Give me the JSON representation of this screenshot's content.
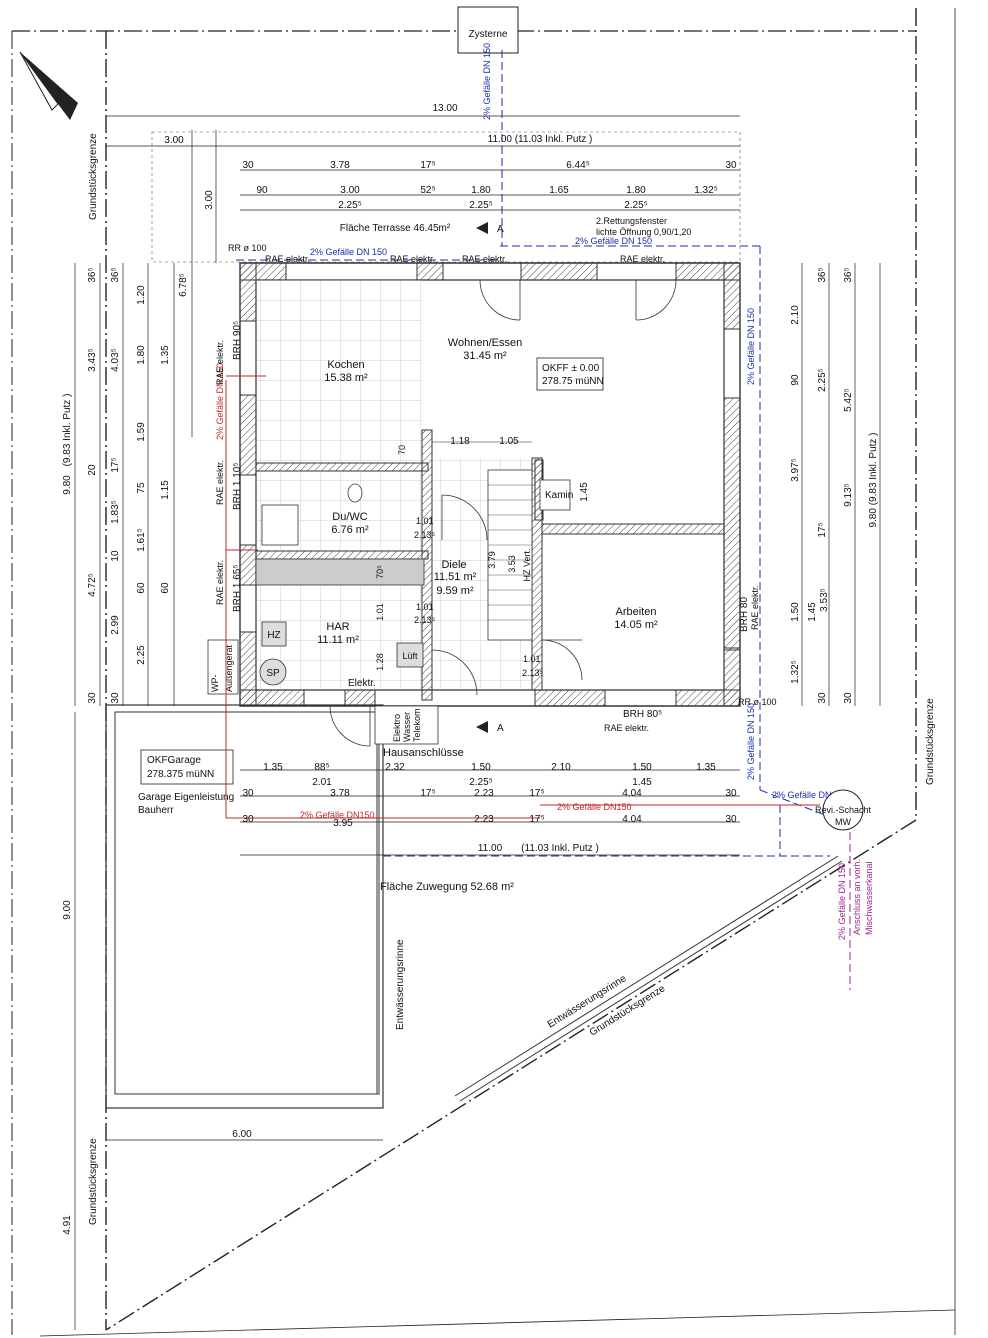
{
  "rooms": {
    "kochen": {
      "name": "Kochen",
      "area": "15.38 m²"
    },
    "wohnen": {
      "name": "Wohnen/Essen",
      "area": "31.45 m²"
    },
    "duwc": {
      "name": "Du/WC",
      "area": "6.76 m²"
    },
    "diele": {
      "name": "Diele",
      "area1": "11.51 m²",
      "area2": "9.59 m²"
    },
    "har": {
      "name": "HAR",
      "area": "11.11 m²"
    },
    "arbeiten": {
      "name": "Arbeiten",
      "area": "14.05 m²"
    },
    "kamin": "Kamin"
  },
  "level": {
    "okff": "OKFF ± 0.00",
    "nn": "278.75 müNN"
  },
  "garage": {
    "okf": "OKFGarage",
    "nn": "278.375 müNN",
    "label1": "Garage Eigenleistung",
    "label2": "Bauherr"
  },
  "areas": {
    "terrasse": "Fläche Terrasse  46.45m²",
    "zuwegung": "Fläche Zuwegung 52.68 m²"
  },
  "labels": {
    "zysterne": "Zysterne",
    "rettung1": "2.Rettungsfenster",
    "rettung2": "lichte Öffnung 0,90/1,20",
    "hausanschluesse": "Hausanschlüsse",
    "elektro": "Elektro",
    "wasser": "Wasser",
    "telekom": "Telekom",
    "hz": "HZ",
    "sp": "SP",
    "lueft": "Lüft",
    "elektr": "Elektr.",
    "wp1": "WP-",
    "wp2": "Außengerät",
    "revi": "Revi.-Schacht",
    "mw": "MW",
    "entw1": "Entwässerungsrinne",
    "entw2": "Entwässerungsrinne",
    "grenze": "Grundstücksgrenze",
    "rr": "RR ø 100",
    "rae": "RAE elektr.",
    "anschluss1": "Anschluss an vorh.",
    "anschluss2": "Mischwasserkanal",
    "a": "A"
  },
  "pipes": {
    "dn150": "2% Gefälle DN 150",
    "dn150b": "2% Gefälle DN150",
    "dn150c": "2% Gefälle DN 150"
  },
  "brh": {
    "b905": "BRH 90⁵",
    "b1105": "BRH 1.10⁵",
    "b1655": "BRH 1.65⁵",
    "b805": "BRH 80⁵",
    "b80": "BRH 80"
  },
  "dims_top": {
    "d1300": "13.00",
    "d300": "3.00",
    "d1100": "11.00 (11.03 Inkl. Putz )",
    "d30a": "30",
    "d378": "3.78",
    "d175": "17⁵",
    "d6445": "6.44⁵",
    "d30b": "30",
    "d90": "90",
    "d300b": "3.00",
    "d525": "52⁵",
    "d180": "1.80",
    "d165": "1.65",
    "d180b": "1.80",
    "d1325": "1.32⁵",
    "d2255a": "2.25⁵",
    "d2255b": "2.25⁵",
    "d2255c": "2.25⁵",
    "d300v": "3.00",
    "d6785": "6.78⁵"
  },
  "dims_left": {
    "d980": "9.80",
    "d365a": "36⁵",
    "d365b": "36⁵",
    "d343": "3.43⁵",
    "d4035": "4.03⁵",
    "d120": "1.20",
    "d180": "1.80",
    "d135": "1.35",
    "d159": "1.59",
    "d983": "(9.83 Inkl. Putz )",
    "d175": "17⁵",
    "d75": "75",
    "d115": "1.15",
    "d1835": "1.83⁵",
    "d1615": "1.61⁵",
    "d10": "10",
    "d4725": "4.72⁵",
    "d60a": "60",
    "d60b": "60",
    "d299": "2.99",
    "d225": "2.25",
    "d30a": "30",
    "d30b": "30",
    "d900": "9.00",
    "d491": "4.91",
    "d20": "20"
  },
  "dims_right": {
    "d365a": "36⁵",
    "d365b": "36⁵",
    "d210": "2.10",
    "d90": "90",
    "d2255": "2.25⁵",
    "d5425": "5.42⁵",
    "d3975": "3.97⁵",
    "d175": "17⁵",
    "d9135": "9.13⁵",
    "d980": "9.80",
    "d983": "9.80 (9.83 Inkl. Putz )",
    "d150": "1.50",
    "d145": "1.45",
    "d3535": "3.53⁵",
    "d1325": "1.32⁵",
    "d30a": "30",
    "d30b": "30"
  },
  "dims_inner": {
    "d118": "1.18",
    "d105": "1.05",
    "d145": "1.45",
    "d101a": "1.01",
    "d2135a": "2.13⁵",
    "d101b": "1.01",
    "d2135b": "2.13⁵",
    "d101c": "1.01",
    "d2135c": "2.13⁵",
    "d70": "70",
    "d705": "70⁵",
    "d101v": "1.01",
    "d128": "1.28",
    "d379": "3.79",
    "d353": "3.53",
    "hzvert": "HZ Vert."
  },
  "dims_bottom": {
    "d135": "1.35",
    "d885": "88⁵",
    "d232": "2.32",
    "d150": "1.50",
    "d210": "2.10",
    "d150b": "1.50",
    "d135b": "1.35",
    "d201": "2.01",
    "d2255": "2.25⁵",
    "d145": "1.45",
    "d30a": "30",
    "d378": "3.78",
    "d175a": "17⁵",
    "d223": "2.23",
    "d175b": "17⁵",
    "d404": "4.04",
    "d30b": "30",
    "d30c": "30",
    "d395": "3.95",
    "d223b": "2.23",
    "d175c": "17⁵",
    "d404b": "4.04",
    "d30d": "30",
    "d1100": "11.00",
    "d1103": "(11.03 Inkl. Putz )",
    "d600": "6.00"
  },
  "colors": {
    "line": "#222222",
    "pipe_blue": "#1a2fb0",
    "pipe_red": "#c62828",
    "magenta": "#a0248f"
  }
}
